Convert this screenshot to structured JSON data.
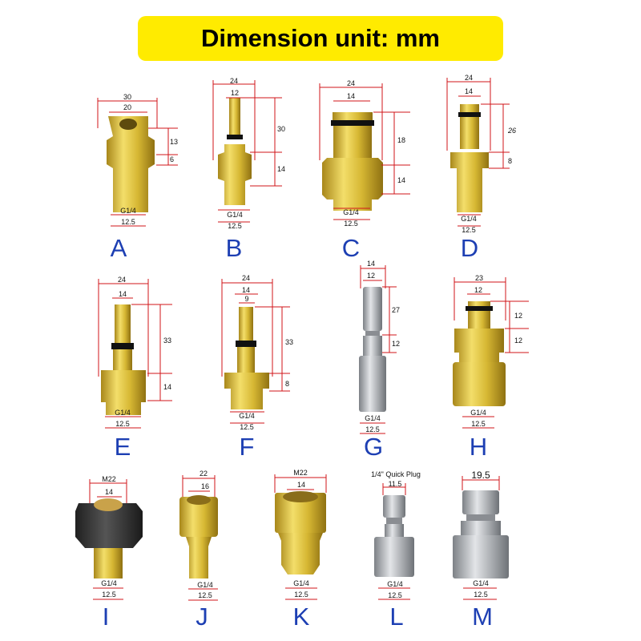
{
  "header": {
    "title": "Dimension unit: mm"
  },
  "colors": {
    "banner": "#ffeb00",
    "dimension_line": "#d0141a",
    "letter": "#1d3fb3",
    "brass": "#d9b92e",
    "steel": "#b9bcc0",
    "rubber": "#3a3a3a"
  },
  "parts": [
    {
      "letter": "A",
      "dims": [
        "30",
        "20",
        "13",
        "6",
        "G1/4",
        "12.5"
      ]
    },
    {
      "letter": "B",
      "dims": [
        "24",
        "12",
        "30",
        "14",
        "G1/4",
        "12.5"
      ]
    },
    {
      "letter": "C",
      "dims": [
        "24",
        "14",
        "18",
        "14",
        "G1/4",
        "12.5"
      ]
    },
    {
      "letter": "D",
      "dims": [
        "24",
        "14",
        "26",
        "8",
        "G1/4",
        "12.5"
      ]
    },
    {
      "letter": "E",
      "dims": [
        "24",
        "14",
        "33",
        "14",
        "G1/4",
        "12.5"
      ]
    },
    {
      "letter": "F",
      "dims": [
        "24",
        "14",
        "9",
        "33",
        "8",
        "G1/4",
        "12.5"
      ]
    },
    {
      "letter": "G",
      "dims": [
        "14",
        "12",
        "27",
        "12",
        "G1/4",
        "12.5"
      ]
    },
    {
      "letter": "H",
      "dims": [
        "23",
        "12",
        "12",
        "12",
        "G1/4",
        "12.5"
      ]
    },
    {
      "letter": "I",
      "dims": [
        "M22",
        "14",
        "G1/4",
        "12.5"
      ]
    },
    {
      "letter": "J",
      "dims": [
        "22",
        "16",
        "G1/4",
        "12.5"
      ]
    },
    {
      "letter": "K",
      "dims": [
        "M22",
        "14",
        "G1/4",
        "12.5"
      ]
    },
    {
      "letter": "L",
      "dims": [
        "1/4\" Quick Plug",
        "11.5",
        "G1/4",
        "12.5"
      ]
    },
    {
      "letter": "M",
      "dims": [
        "19.5",
        "G1/4",
        "12.5"
      ]
    }
  ]
}
